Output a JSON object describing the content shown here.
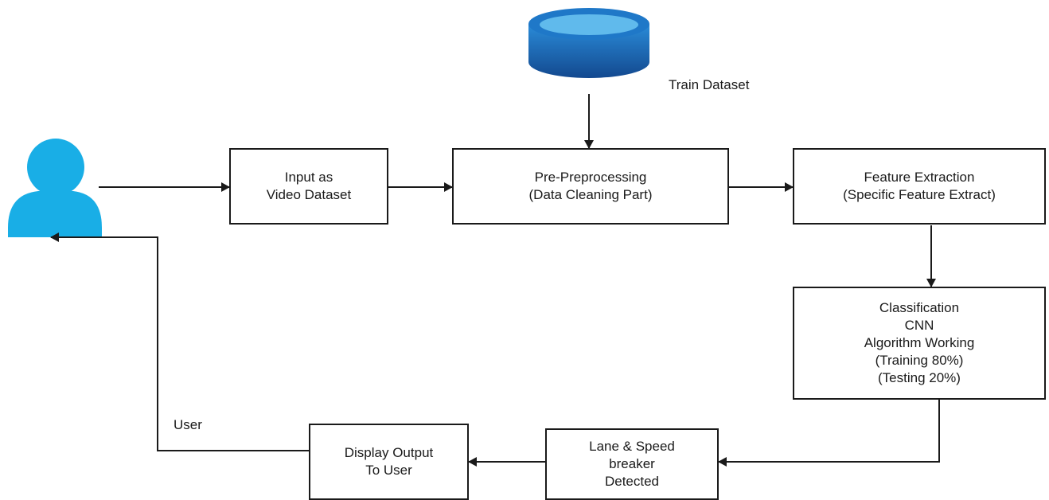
{
  "nodes": {
    "input": {
      "lines": [
        "Input as",
        "Video Dataset"
      ]
    },
    "preprocess": {
      "lines": [
        "Pre-Preprocessing",
        "(Data Cleaning Part)"
      ]
    },
    "feature": {
      "lines": [
        "Feature Extraction",
        "(Specific Feature Extract)"
      ]
    },
    "classification": {
      "lines": [
        "Classification",
        "CNN",
        "Algorithm Working",
        "(Training 80%)",
        "(Testing 20%)"
      ]
    },
    "detected": {
      "lines": [
        "Lane & Speed",
        "breaker",
        "Detected"
      ]
    },
    "display": {
      "lines": [
        "Display Output",
        "To User"
      ]
    }
  },
  "labels": {
    "train_dataset": "Train Dataset",
    "user": "User"
  },
  "colors": {
    "user_icon": "#19aee6",
    "database_top": "#1f78c8",
    "database_body": "#1a5fae",
    "stroke": "#1a1a1a"
  }
}
